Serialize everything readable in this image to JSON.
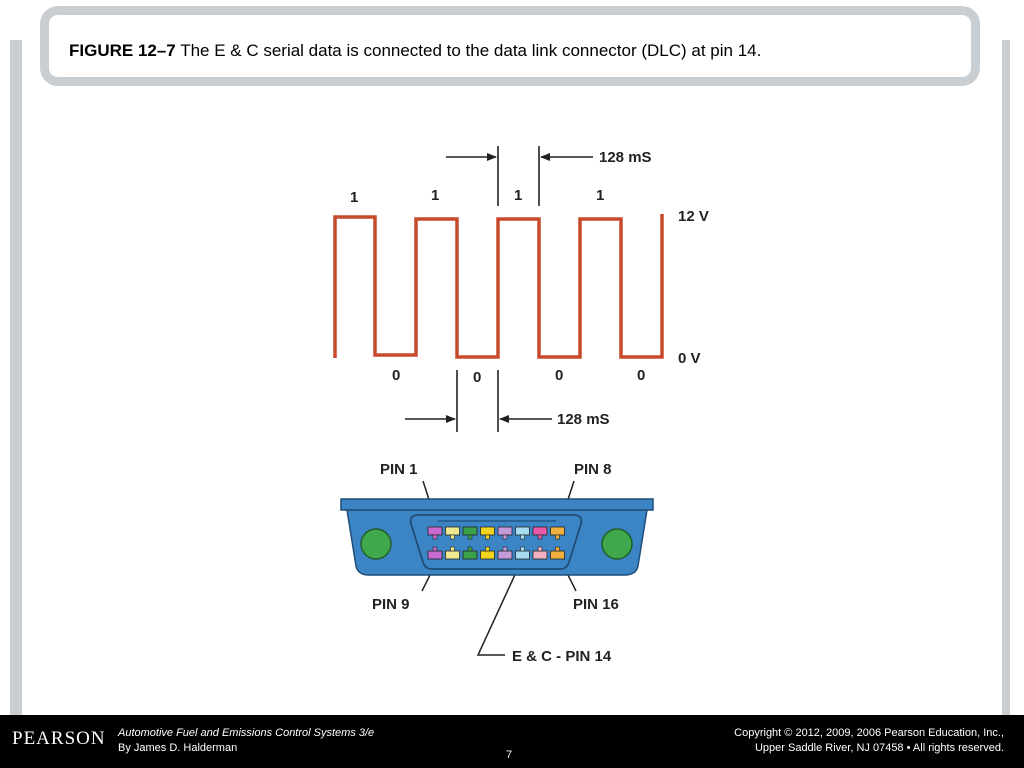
{
  "title": {
    "figure_label": "FIGURE 12–7",
    "caption": "The E & C serial data is connected to the data link connector (DLC) at pin 14."
  },
  "waveform": {
    "high_bits": [
      "1",
      "1",
      "1",
      "1"
    ],
    "low_bits": [
      "0",
      "0",
      "0",
      "0"
    ],
    "top_period_label": "128 mS",
    "bottom_period_label": "128 mS",
    "high_voltage_label": "12 V",
    "low_voltage_label": "0 V",
    "signal_color": "#c84a2c"
  },
  "connector": {
    "pin1_label": "PIN 1",
    "pin8_label": "PIN 8",
    "pin9_label": "PIN 9",
    "pin16_label": "PIN 16",
    "ec_label": "E & C - PIN 14",
    "body_color": "#3b85c4",
    "mount_hole_color": "#3fa84a",
    "top_pin_colors": [
      "#c86ad0",
      "#f0e890",
      "#3aa04a",
      "#f2d420",
      "#c59ad8",
      "#a8dcf0",
      "#e85aa8",
      "#f0b040"
    ],
    "bottom_pin_colors": [
      "#c86ad0",
      "#f0e890",
      "#3aa04a",
      "#f2d420",
      "#c59ad8",
      "#a8dcf0",
      "#f2b0c0",
      "#f0b040"
    ]
  },
  "footer": {
    "logo": "PEARSON",
    "book_title": "Automotive Fuel and Emissions Control Systems 3/e",
    "author": "By James D. Halderman",
    "copyright_line1": "Copyright © 2012, 2009, 2006 Pearson Education, Inc.,",
    "copyright_line2": "Upper Saddle River, NJ 07458 • All rights reserved.",
    "page_number": "7"
  }
}
